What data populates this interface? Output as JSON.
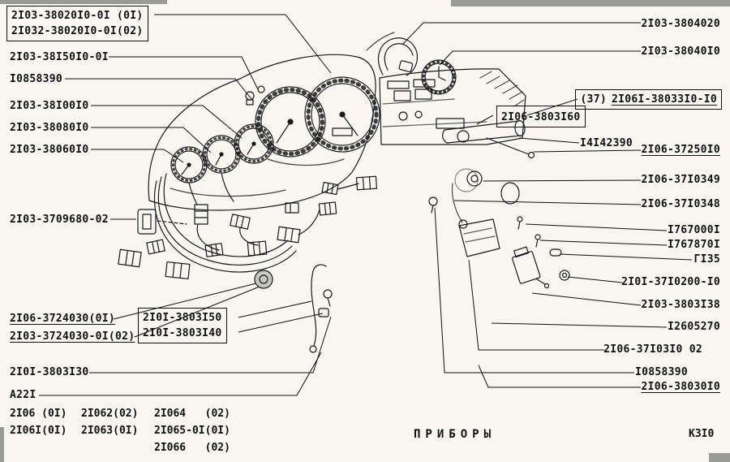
{
  "left_labels": [
    "2I03-38020I0-0I (0I)",
    "2I032-38020I0-0I(02)",
    "2I03-38I50I0-0I",
    "I0858390",
    "2I03-38I00I0",
    "2I03-38080I0",
    "2I03-38060I0",
    "2I03-3709680-02",
    "2I06-3724030(0I)",
    "2I03-3724030-0I(02)",
    "2I0I-3803I50",
    "2I0I-3803I40",
    "2I0I-3803I30",
    "A22I"
  ],
  "right_labels": [
    "2I03-3804020",
    "2I03-38040I0",
    "2I06-3803I60",
    "I4I42390",
    "2I06-37250I0",
    "2I06-37I0349",
    "2I06-37I0348",
    "I767000I",
    "I767870I",
    "ГI35",
    "2I0I-37I0200-I0",
    "2I03-3803I38",
    "I2605270",
    "2I06-37I03I0 02",
    "I0858390",
    "2I06-38030I0"
  ],
  "box37": {
    "prefix": "(37)",
    "number": "2I06I-38033I0-I0"
  },
  "footer": {
    "caption": "ПРИБОРЫ",
    "page_code": "К3I0",
    "table_rows": [
      [
        "2I06 (0I)",
        "2I062(02)",
        "2I064   (02)"
      ],
      [
        "2I06I(0I)",
        "2I063(0I)",
        "2I065-0I(0I)"
      ],
      [
        "",
        "",
        "2I066   (02)"
      ]
    ]
  }
}
